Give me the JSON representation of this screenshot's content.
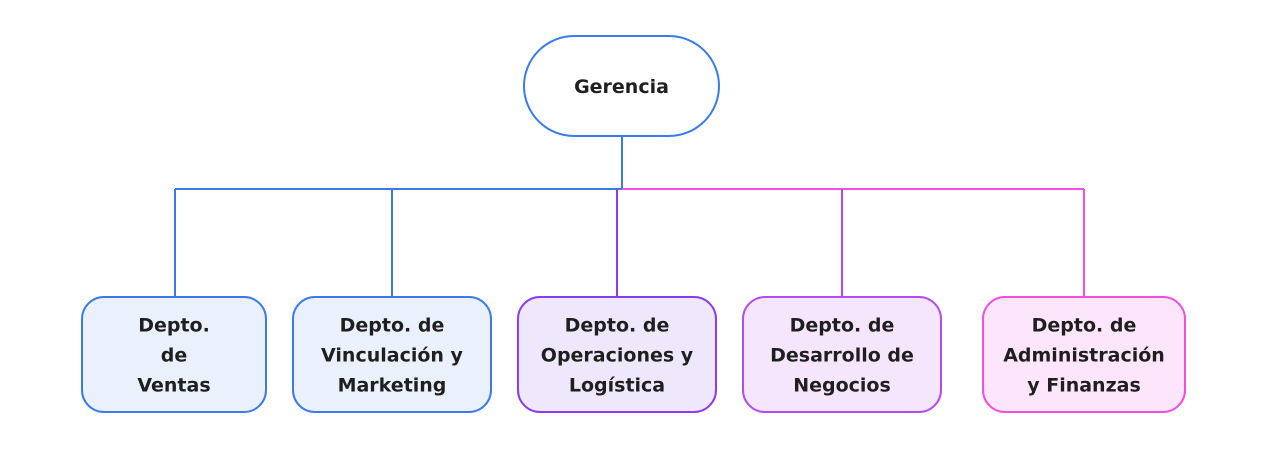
{
  "diagram": {
    "type": "org-chart",
    "root": {
      "id": "gerencia",
      "label": "Gerencia",
      "stroke": "#3b7be8",
      "fill": "#ffffff"
    },
    "children": [
      {
        "id": "ventas",
        "lines": [
          "Depto.",
          "de",
          "Ventas"
        ],
        "stroke": "#3b7be8",
        "fill": "#eaf1fd",
        "connector": "#3b7be8"
      },
      {
        "id": "vinculacion-marketing",
        "lines": [
          "Depto. de",
          "Vinculación y",
          "Marketing"
        ],
        "stroke": "#3b7be8",
        "fill": "#eaf1fd",
        "connector": "#3b7be8"
      },
      {
        "id": "operaciones-logistica",
        "lines": [
          "Depto. de",
          "Operaciones y",
          "Logística"
        ],
        "stroke": "#8a3cf0",
        "fill": "#efe8fd",
        "connector": "#8a3cf0"
      },
      {
        "id": "desarrollo-negocios",
        "lines": [
          "Depto. de",
          "Desarrollo de",
          "Negocios"
        ],
        "stroke": "#b34cf0",
        "fill": "#f6e6fd",
        "connector": "#b34cf0"
      },
      {
        "id": "administracion-finanzas",
        "lines": [
          "Depto. de",
          "Administración",
          "y Finanzas"
        ],
        "stroke": "#f04fe0",
        "fill": "#fde6fb",
        "connector": "#f04fe0"
      }
    ],
    "bus_colors": {
      "left": "#3b7be8",
      "right": "#f04fe0"
    }
  }
}
